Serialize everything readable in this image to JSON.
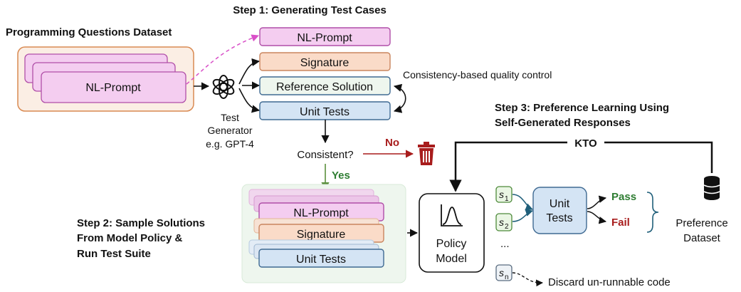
{
  "step1": {
    "title": "Step 1: Generating Test Cases"
  },
  "dataset": {
    "title": "Programming Questions Dataset",
    "card_label": "NL-Prompt"
  },
  "generator": {
    "line1": "Test",
    "line2": "Generator",
    "line3": "e.g. GPT-4"
  },
  "outputs": {
    "nl_prompt": "NL-Prompt",
    "signature": "Signature",
    "reference_solution": "Reference Solution",
    "unit_tests": "Unit Tests"
  },
  "quality_control": "Consistency-based quality control",
  "consistent": {
    "question": "Consistent?",
    "no_label": "No",
    "yes_label": "Yes"
  },
  "step2": {
    "line1": "Step 2: Sample Solutions",
    "line2": "From Model Policy &",
    "line3": "Run Test Suite"
  },
  "step2_stack": {
    "nl_prompt": "NL-Prompt",
    "signature": "Signature",
    "unit_tests": "Unit Tests"
  },
  "step3": {
    "line1": "Step 3: Preference Learning Using",
    "line2": "Self-Generated Responses"
  },
  "kto": "KTO",
  "policy_model": {
    "line1": "Policy",
    "line2": "Model"
  },
  "samples": {
    "s1": "s",
    "s1_sub": "1",
    "s2": "s",
    "s2_sub": "2",
    "ellipsis": "...",
    "sn": "s",
    "sn_sub": "n"
  },
  "unit_tests_box": {
    "line1": "Unit",
    "line2": "Tests"
  },
  "results": {
    "pass": "Pass",
    "fail": "Fail"
  },
  "preference_dataset": {
    "line1": "Preference",
    "line2": "Dataset"
  },
  "discard": "Discard un-runnable  code",
  "colors": {
    "pink": "#f4cdf0",
    "pink_border": "#b04fa8",
    "peach": "#fadbc8",
    "peach_border": "#c9855e",
    "mint": "#eef6ee",
    "mint_border": "#7aaa7c",
    "blue": "#d4e4f4",
    "blue_border": "#3f6a92",
    "green_text": "#2e7d32",
    "red_text": "#a81c1c",
    "dataset_bg": "#fbeee4",
    "dataset_border": "#d98a52"
  }
}
